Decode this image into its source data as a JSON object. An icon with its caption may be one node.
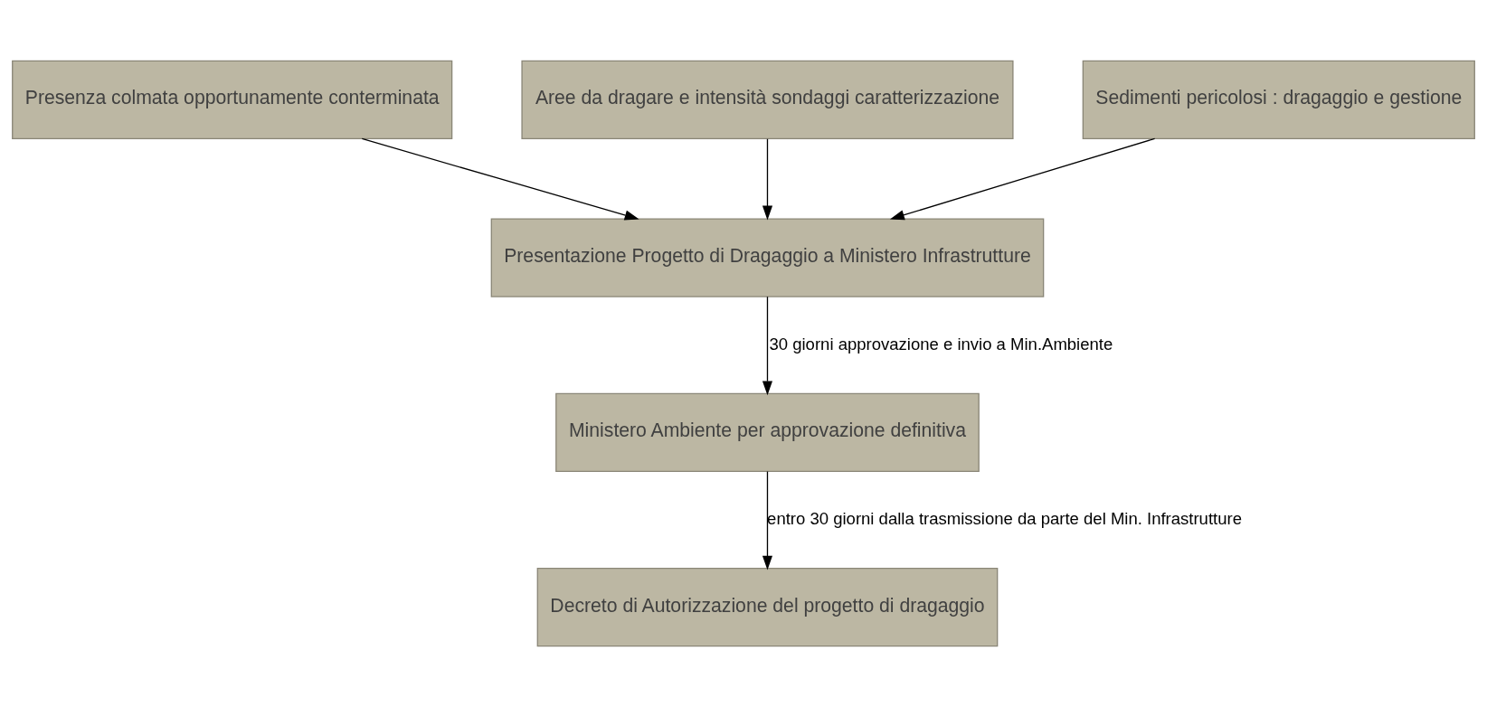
{
  "diagram": {
    "nodes": [
      {
        "text": [
          "Presenza colmata opportunamente conterminata"
        ]
      },
      {
        "text": [
          "Aree da dragare e intensità sondaggi caratterizzazione"
        ]
      },
      {
        "text": [
          "Sedimenti pericolosi : dragaggio e gestione"
        ]
      },
      {
        "text": [
          "Presentazione Progetto di Dragaggio a Ministero Infrastrutture"
        ]
      },
      {
        "text": [
          "Ministero Ambiente per approvazione definitiva"
        ]
      },
      {
        "text": [
          "Decreto di Autorizzazione del progetto di dragaggio"
        ]
      }
    ],
    "edges": [
      {
        "from": 0,
        "to": 3,
        "arrow": "to"
      },
      {
        "from": 1,
        "to": 3,
        "arrow": "to"
      },
      {
        "from": 2,
        "to": 3,
        "arrow": "to"
      },
      {
        "from": 3,
        "to": 4,
        "arrow": "to",
        "label": "30 giorni approvazione e invio a Min.Ambiente"
      },
      {
        "from": 4,
        "to": 5,
        "arrow": "to",
        "label": "entro 30 giorni dalla trasmissione da parte del Min. Infrastrutture"
      }
    ]
  }
}
